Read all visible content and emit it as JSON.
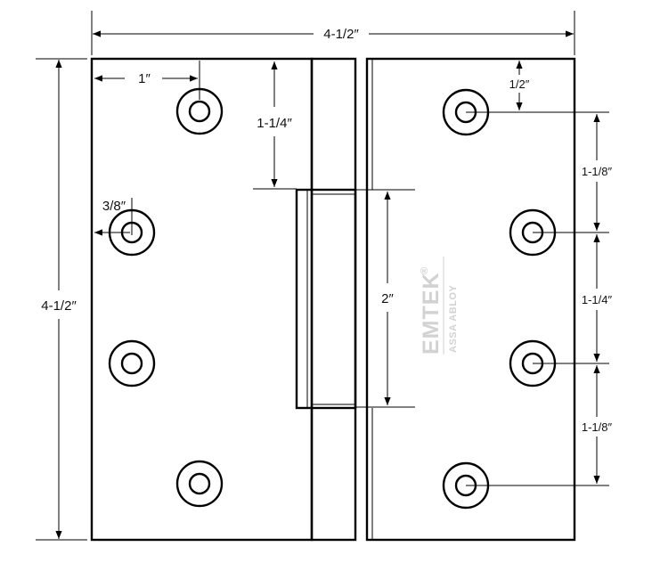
{
  "dimensions": {
    "overall_width": "4-1/2″",
    "overall_height": "4-1/2″",
    "edge_to_hole_left": "1″",
    "top_to_knuckle": "1-1/4″",
    "hole_edge_offset": "3/8″",
    "knuckle_length": "2″",
    "top_to_first_hole_right": "1/2″",
    "hole_spacing_1": "1-1/8″",
    "hole_spacing_2": "1-1/4″",
    "hole_spacing_3": "1-1/8″"
  },
  "watermark": {
    "brand": "EMTEK",
    "registered": "®",
    "parent": "ASSA ABLOY"
  }
}
